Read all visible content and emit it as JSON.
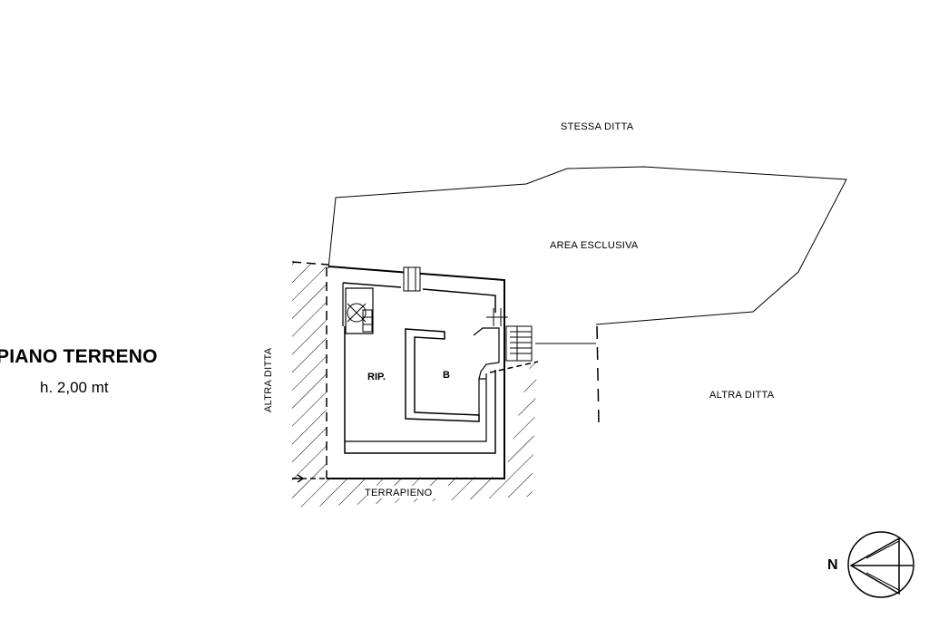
{
  "plan": {
    "title": "PIANO TERRENO",
    "height_note": "h. 2,00 mt"
  },
  "labels": {
    "top_neighbor": "STESSA DITTA",
    "exclusive_area": "AREA ESCLUSIVA",
    "right_neighbor": "ALTRA DITTA",
    "left_neighbor": "ALTRA DITTA",
    "bottom_fill": "TERRAPIENO",
    "room_storage": "RIP.",
    "room_bath": "B"
  },
  "compass": {
    "north": "N",
    "icon": "north-arrow-icon"
  },
  "colors": {
    "ink": "#000000",
    "paper": "#ffffff"
  }
}
